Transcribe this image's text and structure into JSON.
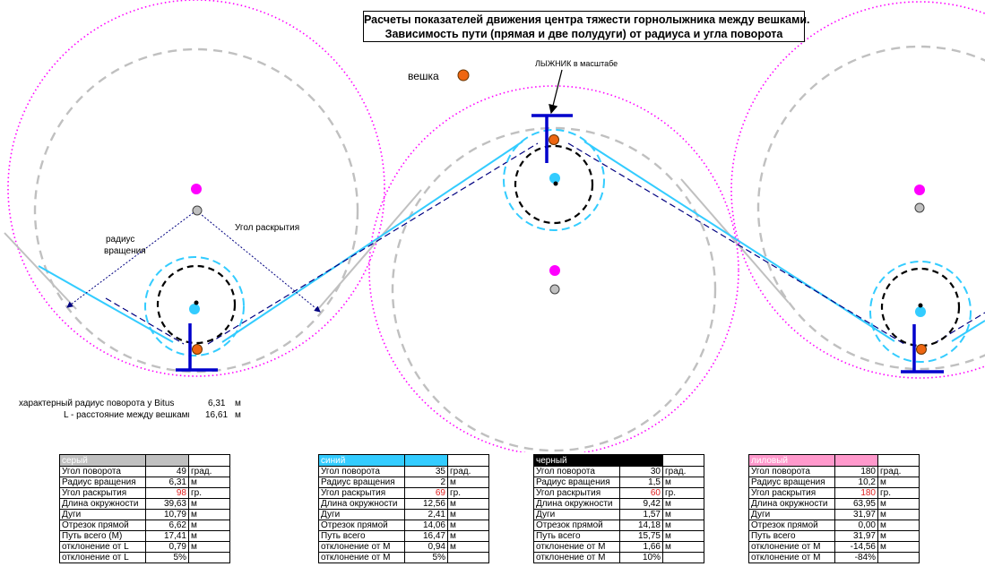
{
  "title": {
    "line1": "Расчеты показателей  движения центра тяжести горнолыжника между вешками.",
    "line2": "Зависимость пути (прямая и две полудуги)  от радиуса и угла поворота"
  },
  "labels": {
    "gate": "вешка",
    "skier": "ЛЫЖНИК в масштабе",
    "radius_line1": "радиус",
    "radius_line2": "вращения",
    "angle": "Угол раскрытия"
  },
  "summary": [
    {
      "label": "характерный радиус поворота у Bitus",
      "value": "6,31",
      "unit": "м"
    },
    {
      "label": "L - расстояние между вешками",
      "value": "16,61",
      "unit": "м"
    }
  ],
  "colors": {
    "gray": "#c0c0c0",
    "cyan": "#33ccff",
    "black": "#000000",
    "pink": "#ff99cc",
    "magenta": "#ff00ff",
    "gate_orange": "#ee6611",
    "skier_blue": "#0000cc",
    "dash_navy": "#000080",
    "red_value": "#e02020"
  },
  "tables": [
    {
      "name": "серый",
      "header_color": "#c0c0c0",
      "rows": [
        {
          "label": "Угол поворота",
          "value": "49",
          "unit": "град.",
          "red": false
        },
        {
          "label": "Радиус вращения",
          "value": "6,31",
          "unit": "м",
          "red": false
        },
        {
          "label": "Угол раскрытия",
          "value": "98",
          "unit": "гр.",
          "red": true
        },
        {
          "label": "Длина окружности",
          "value": "39,63",
          "unit": "м",
          "red": false
        },
        {
          "label": "Дуги",
          "value": "10,79",
          "unit": "м",
          "red": false
        },
        {
          "label": "Отрезок прямой",
          "value": "6,62",
          "unit": "м",
          "red": false
        },
        {
          "label": "Путь всего (М)",
          "value": "17,41",
          "unit": "м",
          "red": false
        },
        {
          "label": "отклонение от L",
          "value": "0,79",
          "unit": "м",
          "red": false
        },
        {
          "label": "отклонение от L",
          "value": "5%",
          "unit": "",
          "red": false
        }
      ]
    },
    {
      "name": "синий",
      "header_color": "#33ccff",
      "rows": [
        {
          "label": "Угол поворота",
          "value": "35",
          "unit": "град.",
          "red": false
        },
        {
          "label": "Радиус вращения",
          "value": "2",
          "unit": "м",
          "red": false
        },
        {
          "label": "Угол раскрытия",
          "value": "69",
          "unit": "гр.",
          "red": true
        },
        {
          "label": "Длина окружности",
          "value": "12,56",
          "unit": "м",
          "red": false
        },
        {
          "label": "Дуги",
          "value": "2,41",
          "unit": "м",
          "red": false
        },
        {
          "label": "Отрезок прямой",
          "value": "14,06",
          "unit": "м",
          "red": false
        },
        {
          "label": "Путь всего",
          "value": "16,47",
          "unit": "м",
          "red": false
        },
        {
          "label": "отклонение от М",
          "value": "0,94",
          "unit": "м",
          "red": false
        },
        {
          "label": "отклонение от М",
          "value": "5%",
          "unit": "",
          "red": false
        }
      ]
    },
    {
      "name": "черный",
      "header_color": "#000000",
      "rows": [
        {
          "label": "Угол поворота",
          "value": "30",
          "unit": "град.",
          "red": false
        },
        {
          "label": "Радиус вращения",
          "value": "1,5",
          "unit": "м",
          "red": false
        },
        {
          "label": "Угол раскрытия",
          "value": "60",
          "unit": "гр.",
          "red": true
        },
        {
          "label": "Длина окружности",
          "value": "9,42",
          "unit": "м",
          "red": false
        },
        {
          "label": "Дуги",
          "value": "1,57",
          "unit": "м",
          "red": false
        },
        {
          "label": "Отрезок прямой",
          "value": "14,18",
          "unit": "м",
          "red": false
        },
        {
          "label": "Путь всего",
          "value": "15,75",
          "unit": "м",
          "red": false
        },
        {
          "label": "отклонение от М",
          "value": "1,66",
          "unit": "м",
          "red": false
        },
        {
          "label": "отклонение от М",
          "value": "10%",
          "unit": "",
          "red": false
        }
      ]
    },
    {
      "name": "лиловый",
      "header_color": "#ff99cc",
      "rows": [
        {
          "label": "Угол поворота",
          "value": "180",
          "unit": "град.",
          "red": false
        },
        {
          "label": "Радиус вращения",
          "value": "10,2",
          "unit": "м",
          "red": false
        },
        {
          "label": "Угол раскрытия",
          "value": "180",
          "unit": "гр.",
          "red": true
        },
        {
          "label": "Длина окружности",
          "value": "63,95",
          "unit": "м",
          "red": false
        },
        {
          "label": "Дуги",
          "value": "31,97",
          "unit": "м",
          "red": false
        },
        {
          "label": "Отрезок прямой",
          "value": "0,00",
          "unit": "м",
          "red": false
        },
        {
          "label": "Путь всего",
          "value": "31,97",
          "unit": "м",
          "red": false
        },
        {
          "label": "отклонение от М",
          "value": "-14,56",
          "unit": "м",
          "red": false
        },
        {
          "label": "отклонение от М",
          "value": "-84%",
          "unit": "",
          "red": false
        }
      ]
    }
  ]
}
